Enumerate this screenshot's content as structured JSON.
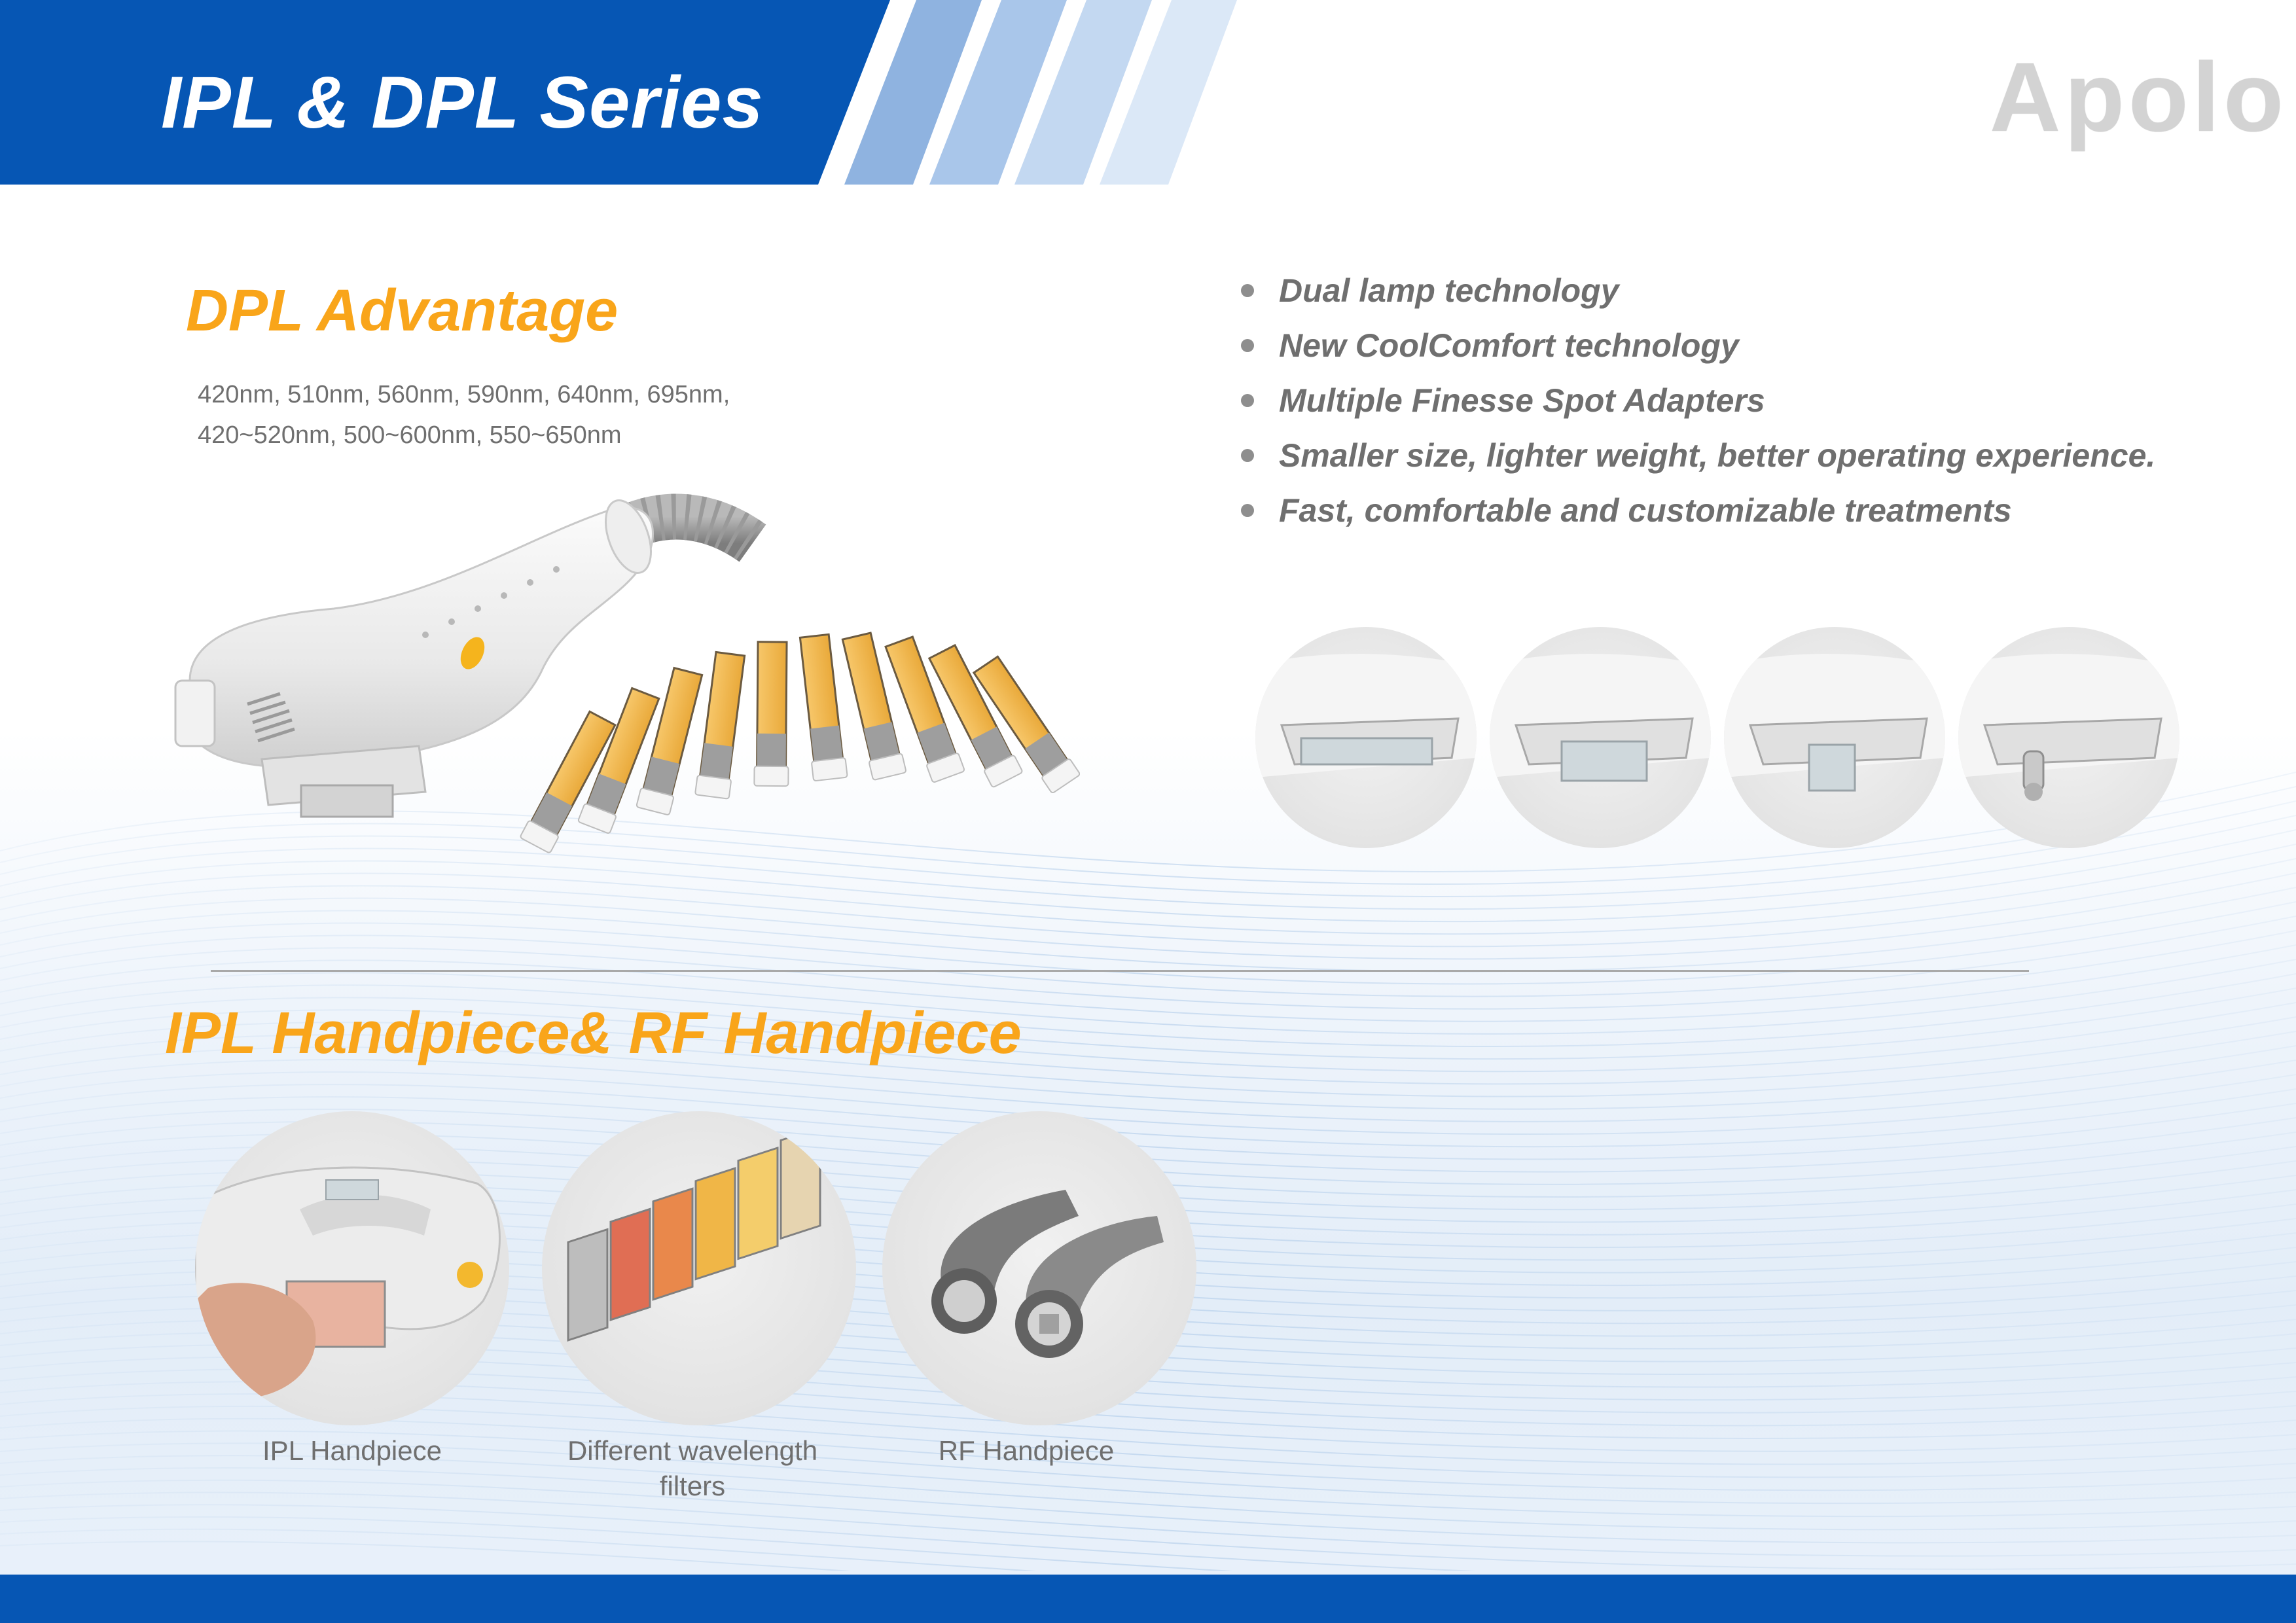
{
  "header": {
    "title": "IPL & DPL Series",
    "brand": "Apolo",
    "band_color": "#0656b4"
  },
  "dpl": {
    "title": "DPL Advantage",
    "wavelengths": [
      "420nm, 510nm, 560nm, 590nm, 640nm, 695nm,",
      "420~520nm, 500~600nm, 550~650nm"
    ],
    "handpiece_icon": "dpl-handpiece-illustration",
    "filter_count": 10
  },
  "advantages": [
    "Dual lamp technology",
    "New CoolComfort technology",
    "Multiple Finesse Spot Adapters",
    "Smaller size, lighter weight, better operating experience.",
    "Fast, comfortable and customizable treatments"
  ],
  "adapters": [
    {
      "icon": "wide-spot-adapter"
    },
    {
      "icon": "medium-spot-adapter"
    },
    {
      "icon": "small-spot-adapter"
    },
    {
      "icon": "round-tip-adapter"
    }
  ],
  "ipl_rf": {
    "title": "IPL Handpiece& RF Handpiece",
    "items": [
      {
        "caption": [
          "IPL Handpiece"
        ],
        "icon": "ipl-handpiece-photo"
      },
      {
        "caption": [
          "Different wavelength",
          "filters"
        ],
        "icon": "wavelength-filters-photo"
      },
      {
        "caption": [
          "RF Handpiece"
        ],
        "icon": "rf-handpiece-photo"
      }
    ]
  },
  "colors": {
    "accent": "#f9a51a",
    "text": "#6f6f6f",
    "brand_blue": "#0656b4"
  }
}
